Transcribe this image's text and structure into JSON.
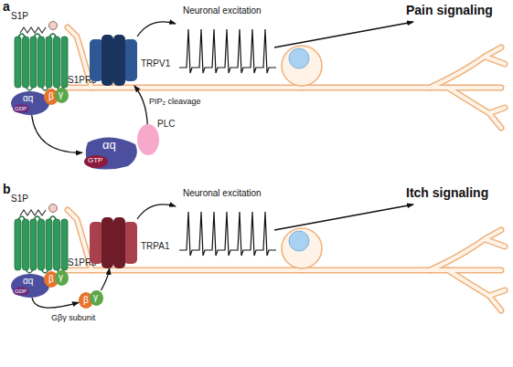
{
  "diagram": {
    "nodes": [
      {
        "text": [
          "S1PR3"
        ]
      },
      {
        "text": [
          "αq",
          "GDP"
        ]
      },
      {
        "text": [
          "β"
        ]
      },
      {
        "text": [
          "γ"
        ]
      },
      {
        "text": [
          "αq",
          "GTP"
        ]
      },
      {
        "text": [
          "PLC"
        ]
      },
      {
        "text": [
          "TRPV1"
        ]
      },
      {
        "text": [
          "S1PR3"
        ]
      },
      {
        "text": [
          "αq",
          "GDP"
        ]
      },
      {
        "text": [
          "β"
        ]
      },
      {
        "text": [
          "γ"
        ]
      },
      {
        "text": [
          "β"
        ]
      },
      {
        "text": [
          "γ"
        ]
      },
      {
        "text": [
          "TRPA1"
        ]
      }
    ],
    "edges": [
      {
        "from": 1,
        "to": 4,
        "arrow": "to"
      },
      {
        "from": 5,
        "to": 6,
        "label": "PIP₂ cleavage",
        "arrow": "to"
      },
      {
        "from": 8,
        "to": 11,
        "arrow": "to"
      },
      {
        "from": 12,
        "to": 13,
        "arrow": "to"
      }
    ],
    "labels": [
      "a",
      "S1P",
      "Neuronal excitation",
      "Pain signaling",
      "b",
      "S1P",
      "Neuronal excitation",
      "Itch signaling",
      "Gβγ subunit"
    ]
  }
}
